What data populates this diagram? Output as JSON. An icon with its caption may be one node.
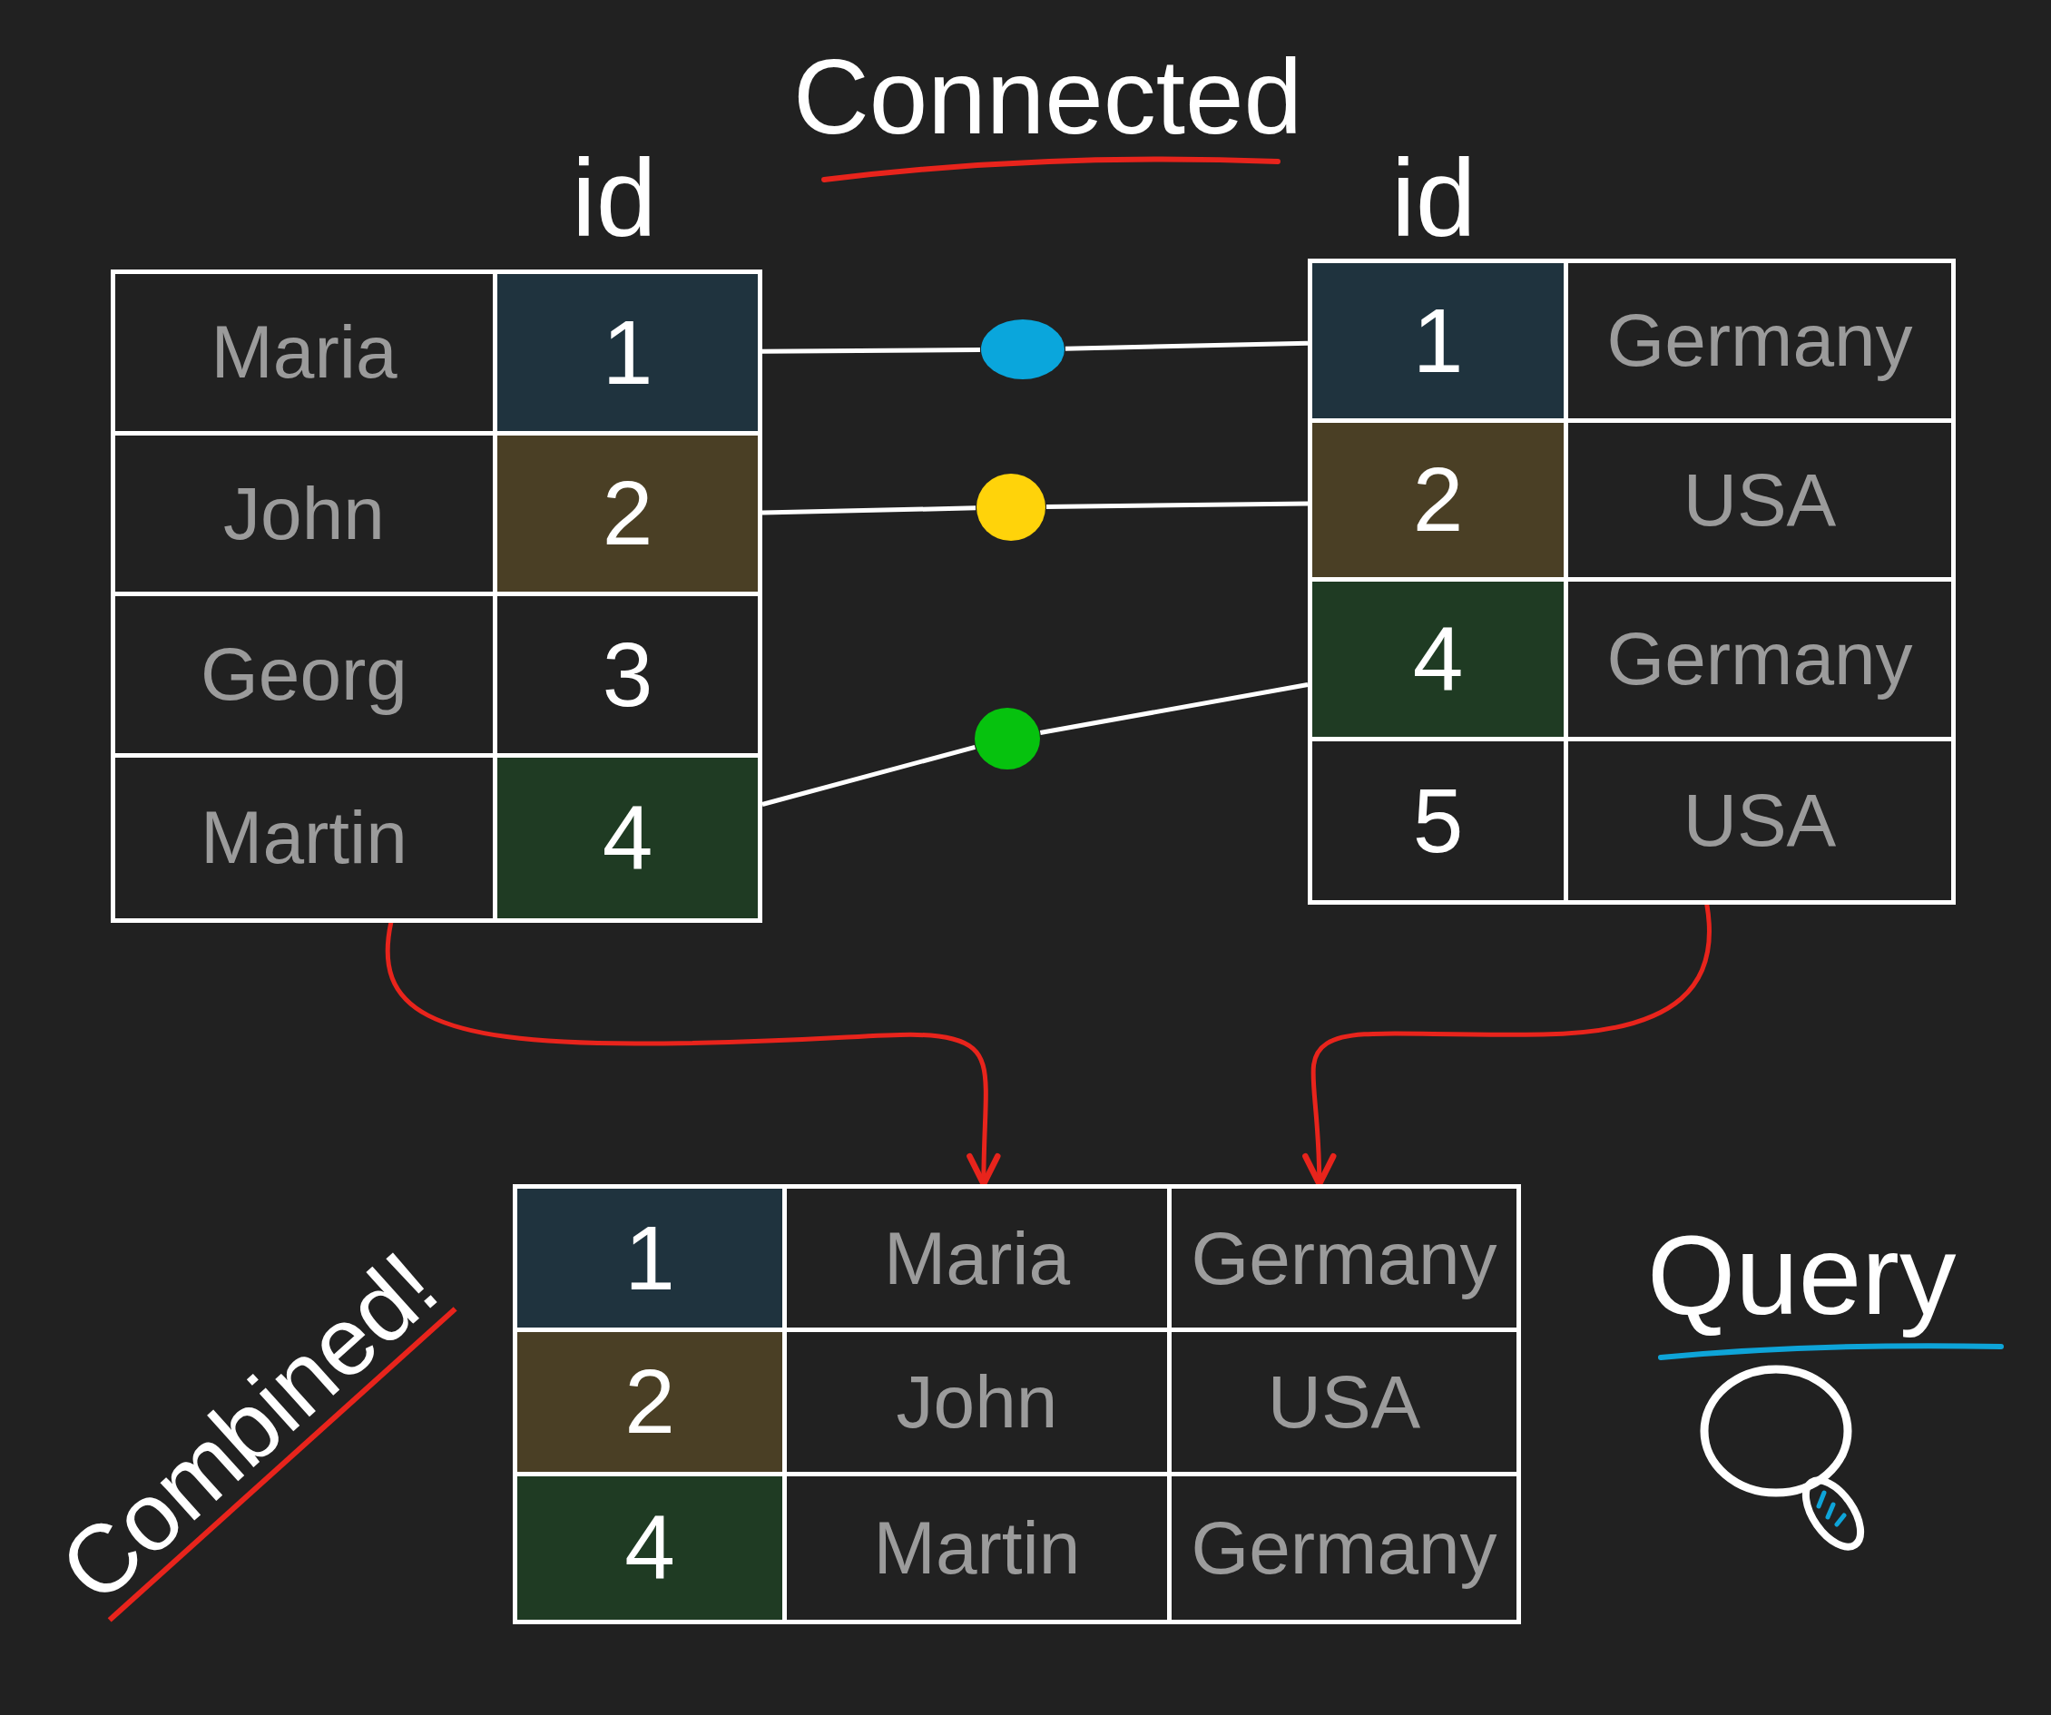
{
  "diagram": {
    "title": "Connected",
    "nodes": [
      {
        "text": [],
        "shape": "table"
      },
      {
        "text": [
          "Maria"
        ],
        "in": 0
      },
      {
        "text": [
          "1"
        ],
        "in": 0
      },
      {
        "text": [
          "John"
        ],
        "in": 0
      },
      {
        "text": [
          "2"
        ],
        "in": 0
      },
      {
        "text": [
          "Georg"
        ],
        "in": 0
      },
      {
        "text": [
          "3"
        ],
        "in": 0
      },
      {
        "text": [
          "Martin"
        ],
        "in": 0
      },
      {
        "text": [
          "4"
        ],
        "in": 0
      },
      {
        "text": [],
        "shape": "circle"
      },
      {
        "text": [],
        "shape": "circle"
      },
      {
        "text": [],
        "shape": "circle"
      },
      {
        "text": [],
        "shape": "table"
      },
      {
        "text": [
          "1"
        ],
        "in": 12
      },
      {
        "text": [
          "Germany"
        ],
        "in": 12
      },
      {
        "text": [
          "2"
        ],
        "in": 12
      },
      {
        "text": [
          "USA"
        ],
        "in": 12
      },
      {
        "text": [
          "4"
        ],
        "in": 12
      },
      {
        "text": [
          "Germany"
        ],
        "in": 12
      },
      {
        "text": [
          "5"
        ],
        "in": 12
      },
      {
        "text": [
          "USA"
        ],
        "in": 12
      },
      {
        "text": [],
        "shape": "table"
      },
      {
        "text": [
          "1"
        ],
        "in": 21
      },
      {
        "text": [
          "Maria"
        ],
        "in": 21
      },
      {
        "text": [
          "Germany"
        ],
        "in": 21
      },
      {
        "text": [
          "2"
        ],
        "in": 21
      },
      {
        "text": [
          "John"
        ],
        "in": 21
      },
      {
        "text": [
          "USA"
        ],
        "in": 21
      },
      {
        "text": [
          "4"
        ],
        "in": 21
      },
      {
        "text": [
          "Martin"
        ],
        "in": 21
      },
      {
        "text": [
          "Germany"
        ],
        "in": 21
      }
    ],
    "edges": [
      {
        "from": 2,
        "to": 9,
        "arrow": "none"
      },
      {
        "from": 9,
        "to": 13,
        "arrow": "none"
      },
      {
        "from": 4,
        "to": 10,
        "arrow": "none"
      },
      {
        "from": 10,
        "to": 15,
        "arrow": "none"
      },
      {
        "from": 8,
        "to": 11,
        "arrow": "none"
      },
      {
        "from": 11,
        "to": 17,
        "arrow": "none"
      },
      {
        "from": 0,
        "to": 21,
        "arrow": "to",
        "color": "#e8241c"
      },
      {
        "from": 12,
        "to": 21,
        "arrow": "to",
        "color": "#e8241c"
      }
    ],
    "labels": [
      "id",
      "id",
      "Combined!",
      "Query"
    ]
  }
}
